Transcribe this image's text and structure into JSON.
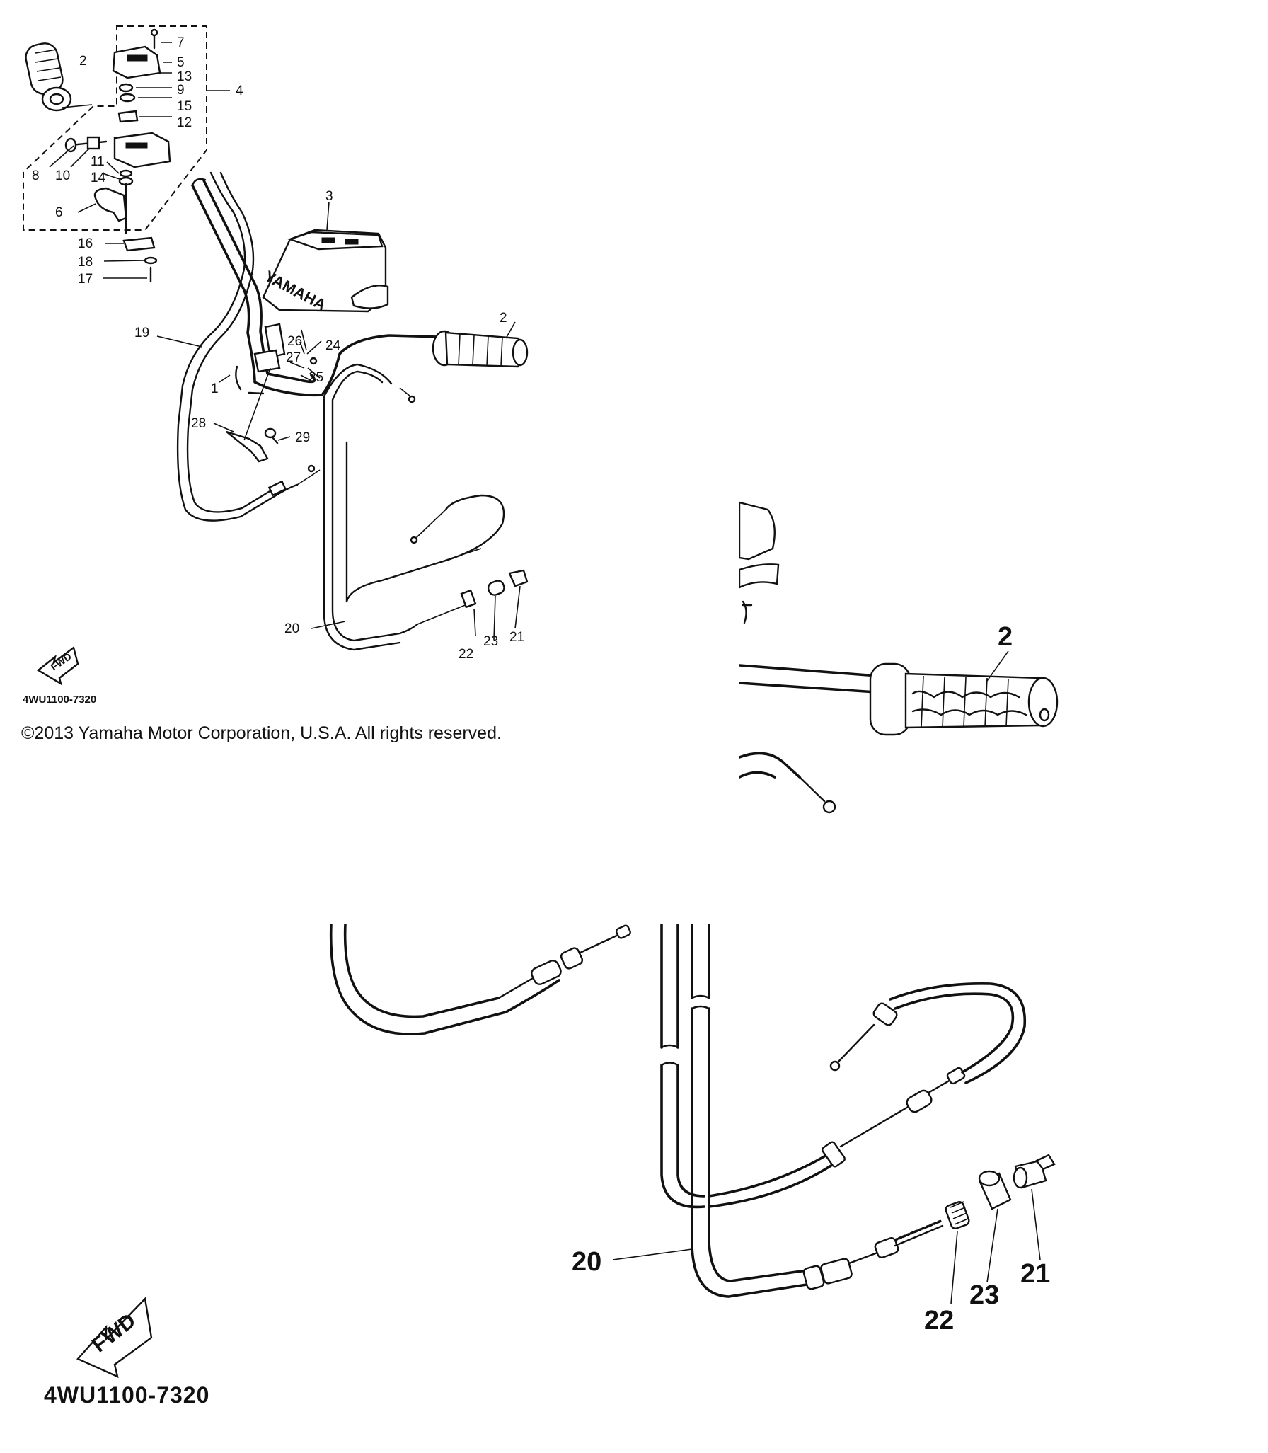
{
  "diagram": {
    "part_labels": {
      "l1": "1",
      "l2": "2",
      "l3": "3",
      "l4": "4",
      "l5": "5",
      "l6": "6",
      "l7": "7",
      "l8": "8",
      "l9": "9",
      "l10": "10",
      "l11": "11",
      "l12": "12",
      "l13": "13",
      "l14": "14",
      "l15": "15",
      "l16": "16",
      "l17": "17",
      "l18": "18",
      "l19": "19",
      "l20": "20",
      "l21": "21",
      "l22": "22",
      "l23": "23",
      "l24": "24",
      "l25": "25",
      "l26": "26",
      "l27": "27",
      "l28": "28",
      "l29": "29"
    },
    "brand_text": "YAMAHA",
    "fwd_text": "FWD",
    "diagram_code": "4WU1100-7320",
    "copyright": "©2013 Yamaha Motor Corporation, U.S.A. All rights reserved.",
    "zoom_grip": {
      "label": "2"
    },
    "zoom_cable": {
      "labels": {
        "l20": "20",
        "l21": "21",
        "l22": "22",
        "l23": "23"
      },
      "fwd_text": "FWD",
      "diagram_code": "4WU1100-7320"
    }
  }
}
